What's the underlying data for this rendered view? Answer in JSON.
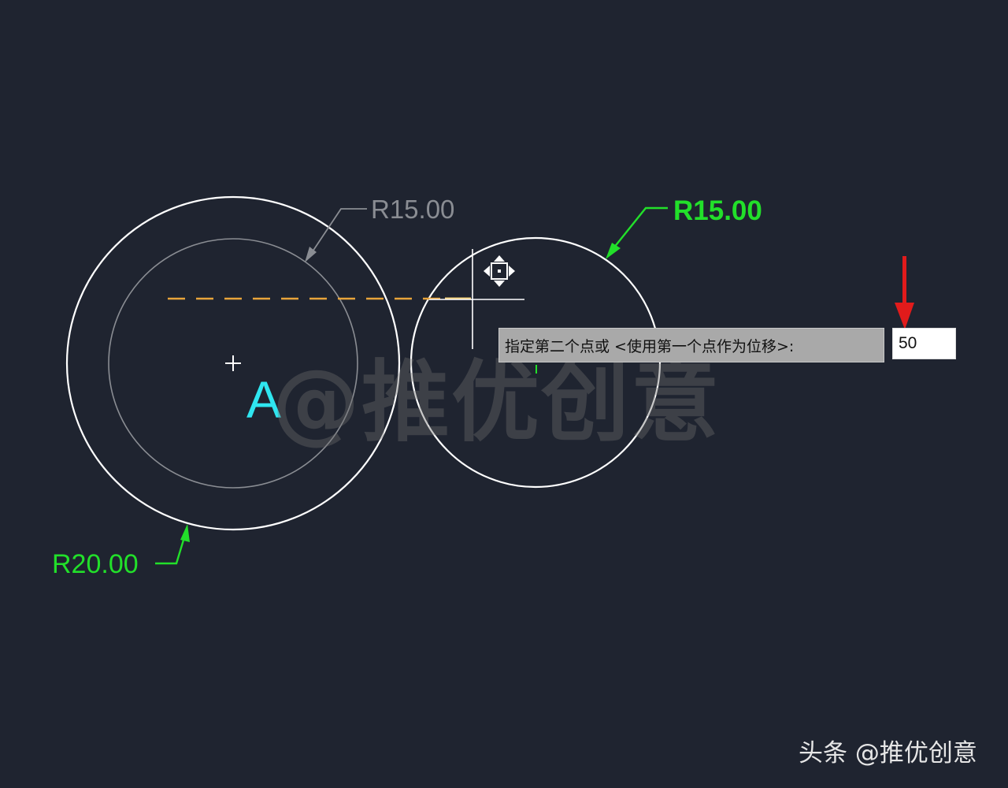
{
  "drawing": {
    "ghost_dimension_label": "R15.00",
    "right_dimension_label": "R15.00",
    "left_dimension_label": "R20.00",
    "point_label": "A"
  },
  "command_prompt": {
    "text": "指定第二个点或 <使用第一个点作为位移>:",
    "input_value": "50"
  },
  "watermark": {
    "text": "@推优创意"
  },
  "footer": {
    "credit": "头条 @推优创意"
  },
  "colors": {
    "background": "#1f2430",
    "dimension_green": "#22e02a",
    "label_cyan": "#2fe6f0",
    "ghost_gray": "#8a8d93",
    "dashed_orange": "#e8a43a",
    "arrow_red": "#e11b1b"
  }
}
